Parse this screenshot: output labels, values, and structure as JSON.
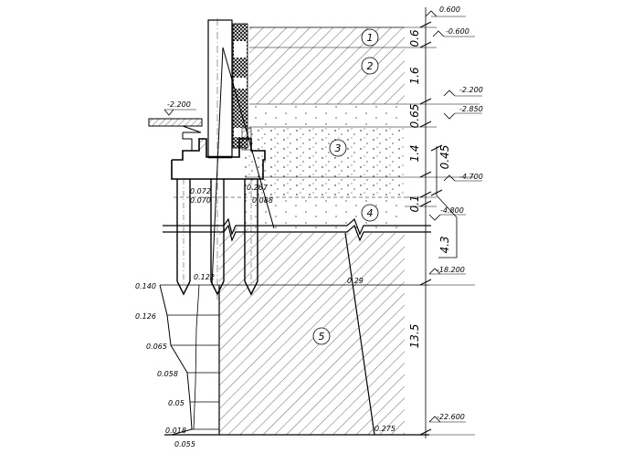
{
  "elevations": {
    "top": "0.600",
    "e1": "-0.600",
    "e_left": "-2.200",
    "e2": "-2.200",
    "e3": "-2.850",
    "e4": "-4.700",
    "e5": "-4.800",
    "e6": "-18.200",
    "e7": "-22.600"
  },
  "layer_thickness": {
    "l1": "0.6",
    "l2": "1.6",
    "l3a": "0.65",
    "l3b": "1.4",
    "l3c": "0.45",
    "l4a": "0.1",
    "l4b": "4.3",
    "l5": "13.5"
  },
  "layer_numbers": [
    "1",
    "2",
    "3",
    "4",
    "5"
  ],
  "stress_values": {
    "pile_head_a": "0.072",
    "pile_head_b": "0.070",
    "mid_a": "0.267",
    "mid_b": "0.088",
    "tip_left": "0.122",
    "tip_right": "0.29",
    "diag_1": "0.126",
    "diag_2": "0.065",
    "diag_3": "0.058",
    "diag_4": "0.05",
    "diag_5": "0.018",
    "bottom_left": "0.055",
    "bottom_right": "0.275",
    "top_left_scale": "0.140"
  }
}
